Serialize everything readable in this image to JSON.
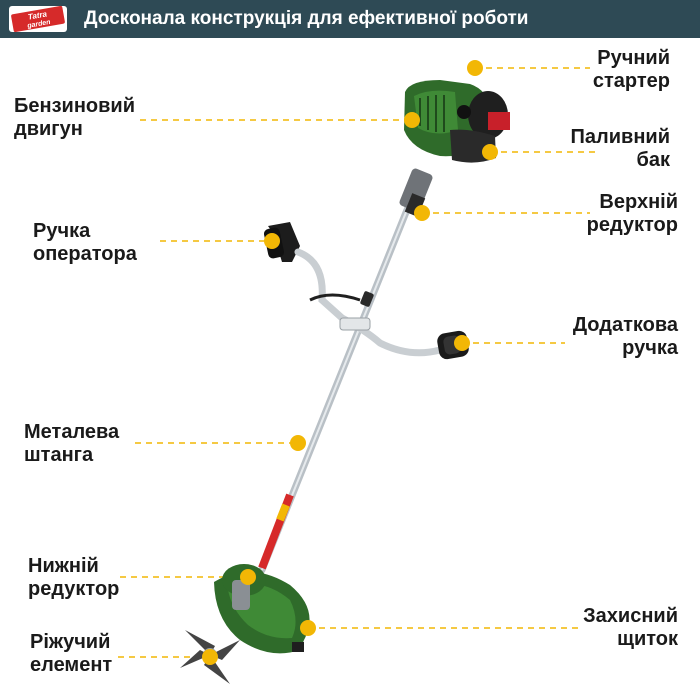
{
  "header": {
    "title": "Досконала конструкція для ефективної роботи",
    "logo_text": "Tatra garden"
  },
  "colors": {
    "header_bg": "#2e4a55",
    "accent": "#f2b705",
    "logo_red": "#d62a2a",
    "engine_green": "#2f6b2a"
  },
  "labels": {
    "gas_engine": "Бензиновий\nдвигун",
    "manual_starter": "Ручний\nстартер",
    "fuel_tank": "Паливний\nбак",
    "upper_gearbox": "Верхній\nредуктор",
    "operator_handle": "Ручка\nоператора",
    "extra_handle": "Додаткова\nручка",
    "metal_shaft": "Металева\nштанга",
    "lower_gearbox": "Нижній\nредуктор",
    "guard": "Захисний\nщиток",
    "cutting_element": "Ріжучий\nелемент"
  }
}
